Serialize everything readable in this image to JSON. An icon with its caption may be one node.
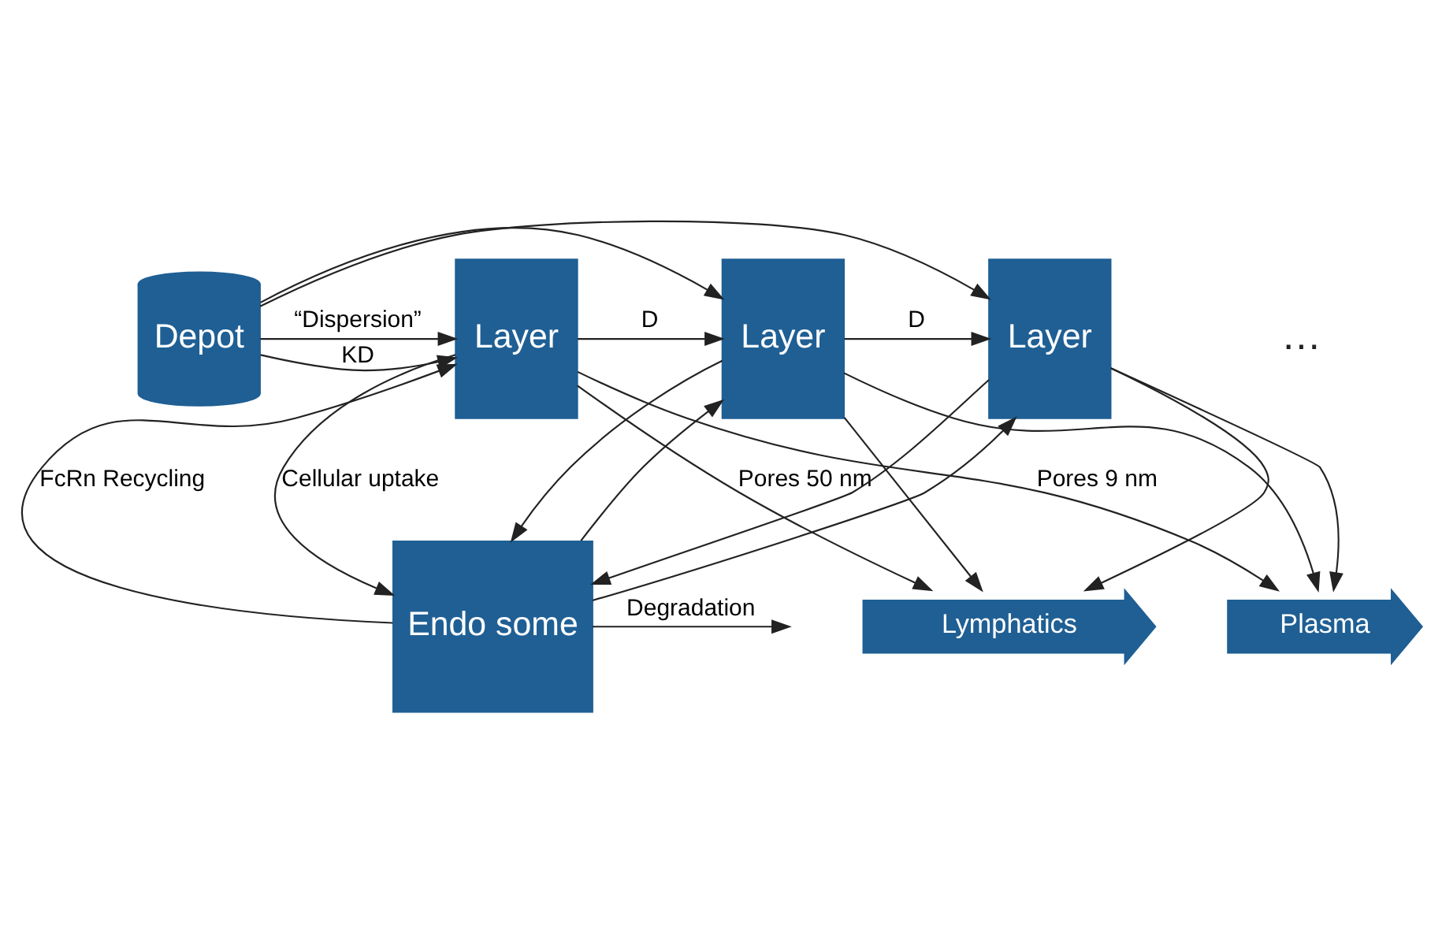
{
  "diagram": {
    "nodes": [
      {
        "text": [
          "Depot"
        ]
      },
      {
        "text": [
          "Layer"
        ]
      },
      {
        "text": [
          "Layer"
        ]
      },
      {
        "text": [
          "Layer"
        ]
      },
      {
        "text": [
          "Endo some"
        ]
      },
      {
        "text": [
          "Plasma"
        ]
      },
      {
        "text": [
          "Lymphatics"
        ]
      }
    ],
    "edges": [
      {
        "from": 0,
        "to": 1,
        "arrow": "to",
        "label": "KD"
      },
      {
        "from": 1,
        "to": 2,
        "arrow": "to",
        "label": "D"
      },
      {
        "from": 2,
        "to": 3,
        "arrow": "to",
        "label": "D"
      },
      {
        "from": 0,
        "to": 1,
        "arrow": "to",
        "label": "“Dispersion”"
      },
      {
        "from": 0,
        "to": 2,
        "arrow": "to"
      },
      {
        "from": 0,
        "to": 3,
        "arrow": "to"
      },
      {
        "from": 4,
        "to": 1,
        "arrow": "to",
        "label": "FcRn Recycling"
      },
      {
        "from": 4,
        "to": 2,
        "arrow": "to"
      },
      {
        "from": 4,
        "to": 3,
        "arrow": "to"
      },
      {
        "from": 1,
        "to": 4,
        "arrow": "to",
        "label": "Cellular uptake"
      },
      {
        "from": 2,
        "to": 4,
        "arrow": "to"
      },
      {
        "from": 3,
        "to": 4,
        "arrow": "to"
      },
      {
        "from": 1,
        "to": 5,
        "arrow": "to",
        "label": "Pores 9 nm"
      },
      {
        "from": 2,
        "to": 5,
        "arrow": "to"
      },
      {
        "from": 3,
        "to": 5,
        "arrow": "to"
      },
      {
        "from": 1,
        "to": 6,
        "arrow": "to",
        "label": "Pores 50 nm"
      },
      {
        "from": 2,
        "to": 6,
        "arrow": "to"
      },
      {
        "from": 3,
        "to": 6,
        "arrow": "to"
      },
      {
        "from": 4,
        "to": null,
        "arrow": "to",
        "label": "Degradation"
      }
    ],
    "labels": [
      "…"
    ]
  }
}
